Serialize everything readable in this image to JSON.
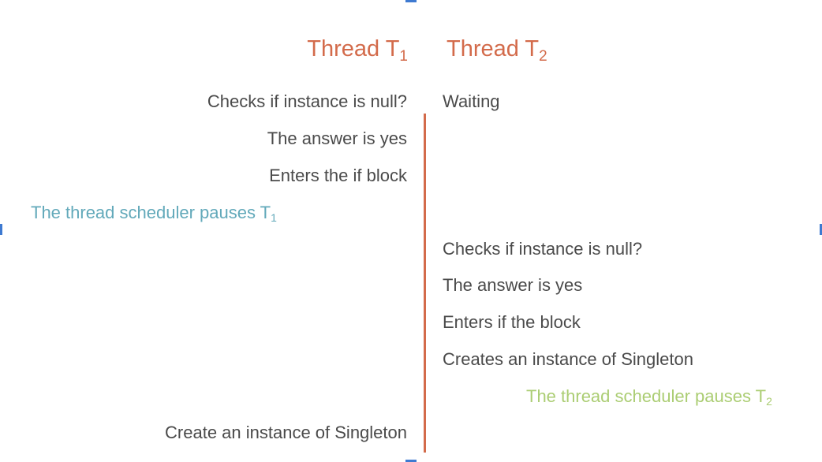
{
  "colors": {
    "header": "#d36b4b",
    "text": "#4a4a4a",
    "pause_t1": "#62a9ba",
    "pause_t2": "#abcd73",
    "divider": "#d36b4b",
    "selection_handle": "#3e7ad1"
  },
  "headers": {
    "t1": {
      "label": "Thread T",
      "sub": "1"
    },
    "t2": {
      "label": "Thread T",
      "sub": "2"
    }
  },
  "t1_steps": {
    "check_null": "Checks if instance is null?",
    "answer_yes": "The answer is yes",
    "enters_if": "Enters the if block",
    "create_instance": "Create an instance of Singleton"
  },
  "t2_steps": {
    "waiting": "Waiting",
    "check_null": "Checks if instance is null?",
    "answer_yes": "The answer is yes",
    "enters_if": "Enters if the block",
    "create_instance": "Creates an instance of Singleton"
  },
  "scheduler_events": {
    "pause_t1": {
      "text": "The thread scheduler pauses T",
      "sub": "1"
    },
    "pause_t2": {
      "text": "The thread scheduler pauses T",
      "sub": "2"
    }
  }
}
